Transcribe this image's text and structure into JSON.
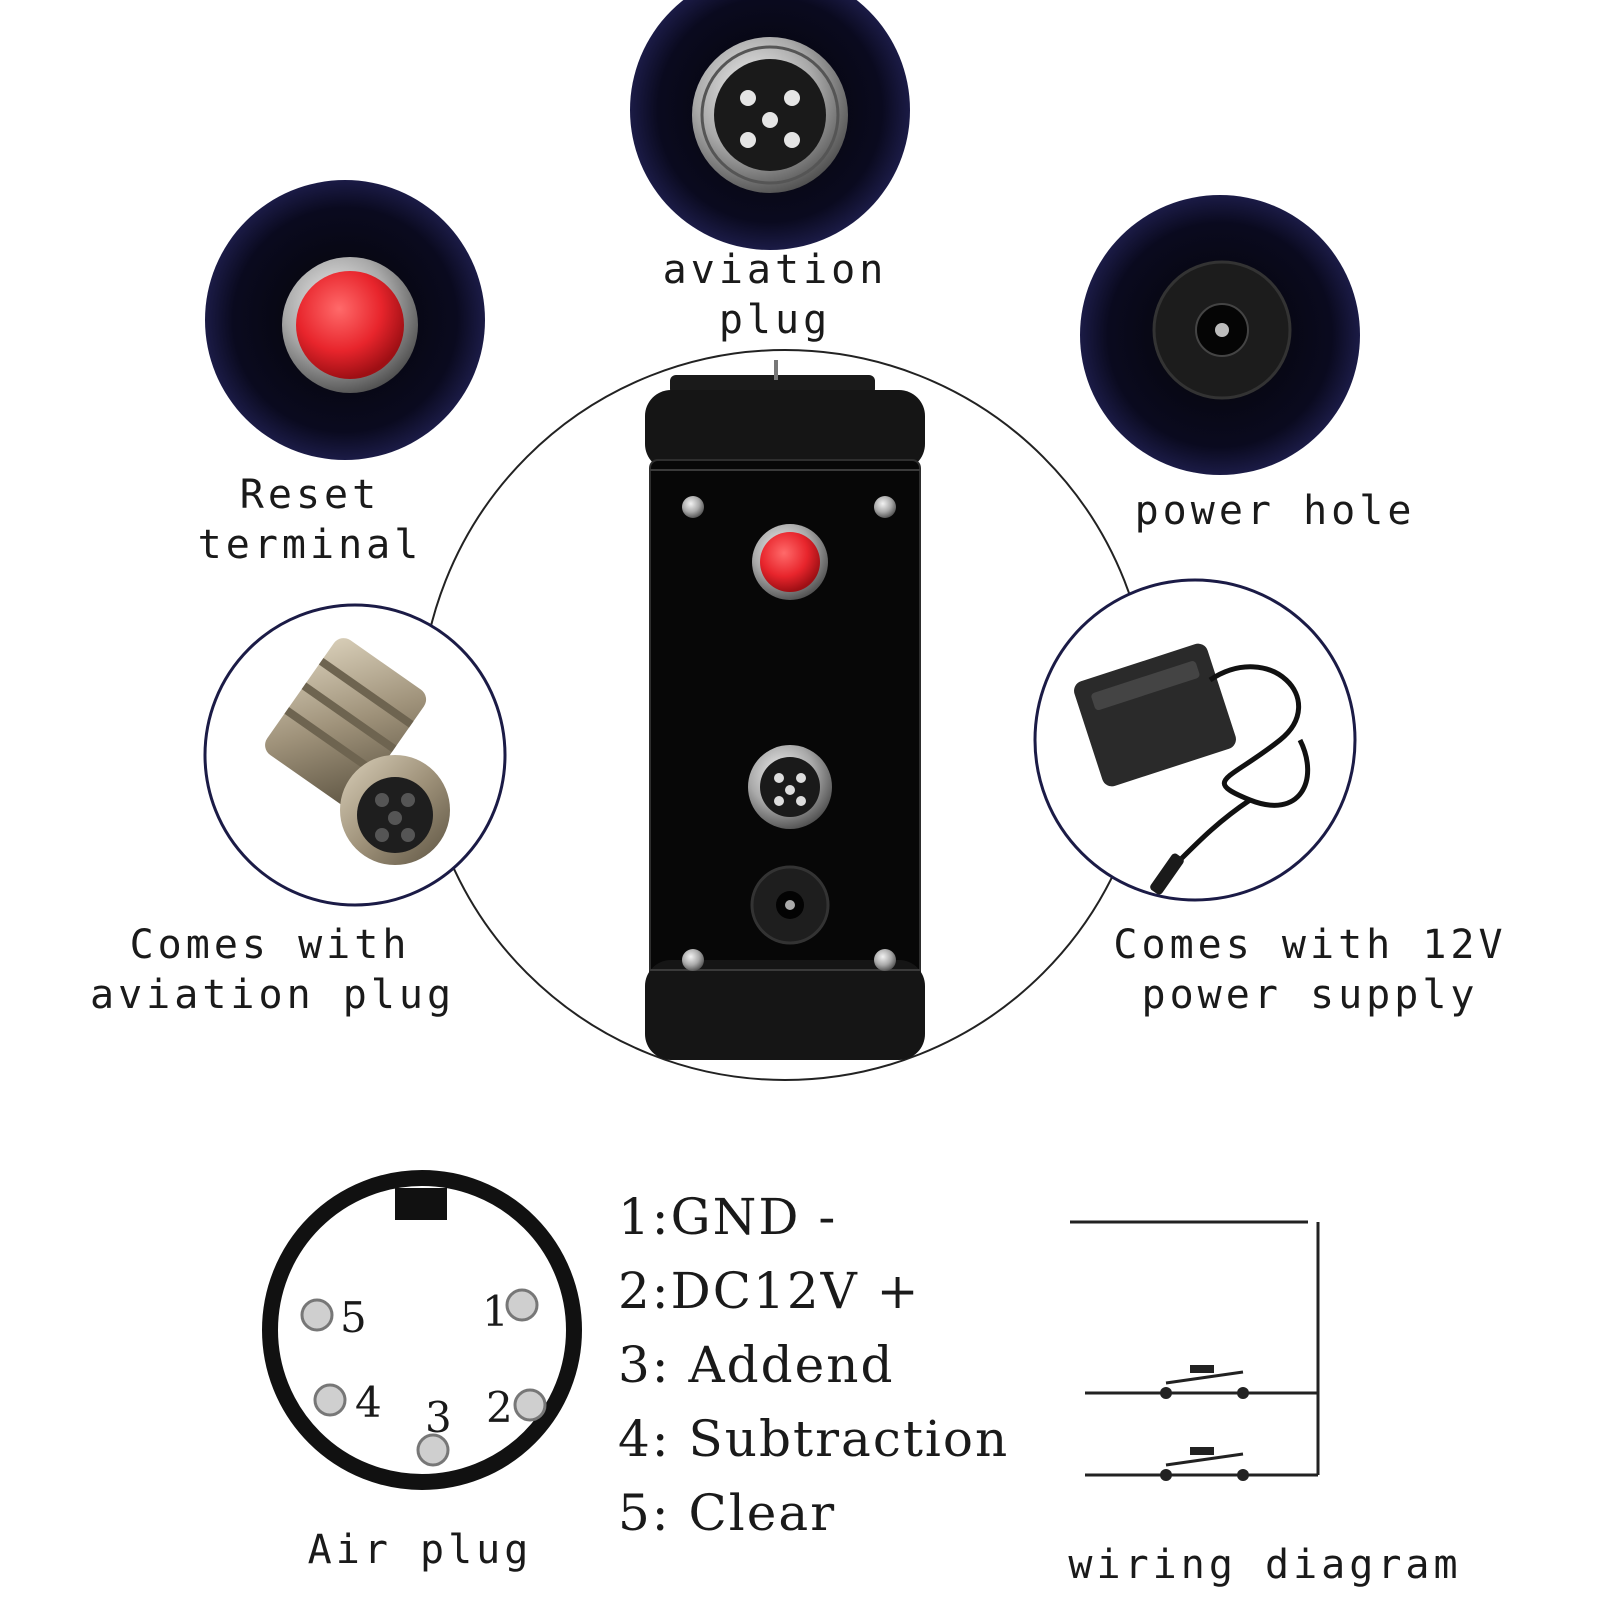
{
  "labels": {
    "aviation_plug": [
      "aviation",
      "plug"
    ],
    "reset_terminal": [
      "Reset",
      "terminal"
    ],
    "power_hole": [
      "power hole"
    ],
    "comes_with_plug": [
      "Comes with",
      "aviation plug"
    ],
    "comes_with_supply": [
      "Comes with 12V",
      "power supply"
    ],
    "air_plug": "Air plug",
    "wiring_diagram": "wiring diagram"
  },
  "pinout": [
    "1:GND -",
    "2:DC12V +",
    "3: Addend",
    "4: Subtraction",
    "5: Clear"
  ],
  "pin_numbers": [
    "1",
    "2",
    "3",
    "4",
    "5"
  ],
  "colors": {
    "button_red": "#e8252c",
    "device_black": "#0b0b0b",
    "circle_navy": "#0d0d2b"
  }
}
